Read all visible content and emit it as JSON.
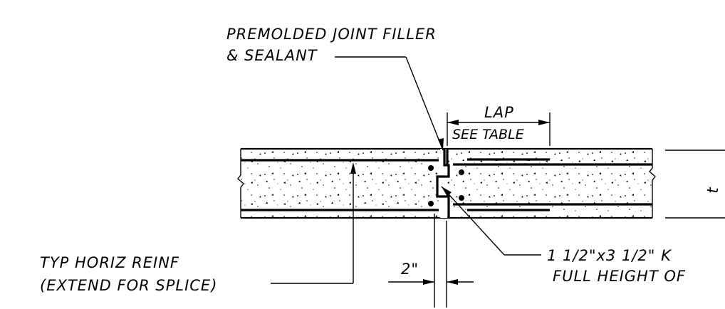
{
  "labels": {
    "joint_filler_line1": "PREMOLDED JOINT FILLER",
    "joint_filler_line2": "& SEALANT",
    "lap": "LAP",
    "see_table": "SEE TABLE",
    "horiz_reinf_line1": "TYP HORIZ REINF",
    "horiz_reinf_line2": "(EXTEND FOR SPLICE)",
    "dimension_2in": "2\"",
    "key_line1": "1 1/2\"x3 1/2\" K",
    "key_line2": "FULL HEIGHT OF",
    "thickness_mark": "t"
  }
}
